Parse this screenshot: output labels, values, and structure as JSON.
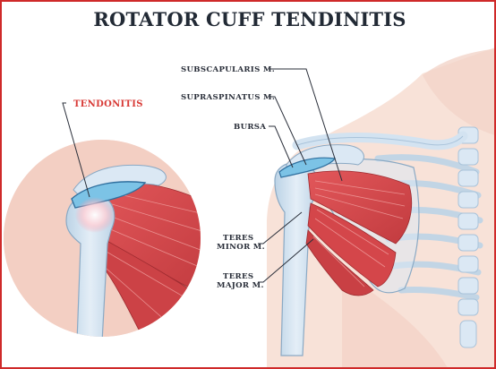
{
  "title": "ROTATOR CUFF TENDINITIS",
  "labels": {
    "tendonitis": "TENDONITIS",
    "subscapularis": "SUBSCAPULARIS M.",
    "supraspinatus": "SUPRASPINATUS M.",
    "bursa": "BURSA",
    "teres_minor_line1": "TERES",
    "teres_minor_line2": "MINOR M.",
    "teres_major_line1": "TERES",
    "teres_major_line2": "MAJOR M."
  },
  "colors": {
    "border": "#cf2a2a",
    "title": "#222a35",
    "accent_red": "#d83a36",
    "muscle": "#d9474a",
    "bone": "#cfe0ee",
    "bursa": "#7cc3e6",
    "skin": "#f6d9cf"
  }
}
